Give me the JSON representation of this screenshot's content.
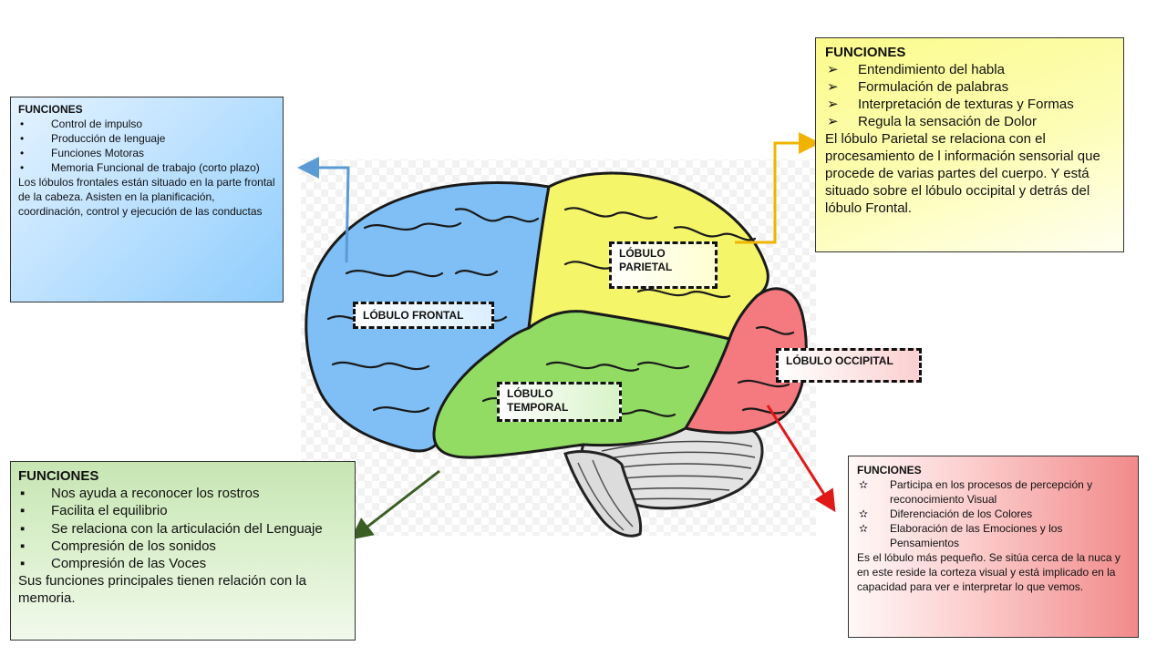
{
  "frontal": {
    "title": "FUNCIONES",
    "items": [
      "Control de impulso",
      "Producción de lenguaje",
      "Funciones Motoras",
      "Memoria Funcional de trabajo (corto plazo)"
    ],
    "description": "Los lóbulos frontales están situado en la parte frontal de la cabeza. Asisten en la planificación, coordinación, control y ejecución de las conductas",
    "label": "LÓBULO  FRONTAL",
    "color": "#7fbff5"
  },
  "parietal": {
    "title": "FUNCIONES",
    "items": [
      "Entendimiento del habla",
      "Formulación de palabras",
      "Interpretación de texturas y Formas",
      "Regula la sensación de Dolor"
    ],
    "description": "El lóbulo Parietal se relaciona con el procesamiento de l información sensorial que procede de varias partes del cuerpo. Y está situado sobre el lóbulo occipital y detrás del lóbulo Frontal.",
    "label": "LÓBULO PARIETAL",
    "color": "#f5f56a"
  },
  "temporal": {
    "title": "FUNCIONES",
    "items": [
      "Nos ayuda a reconocer los rostros",
      "Facilita el equilibrio",
      "Se relaciona con la articulación del Lenguaje",
      "Compresión de los sonidos",
      "Compresión de las Voces"
    ],
    "description": "Sus funciones principales tienen relación con la memoria.",
    "label": "LÓBULO TEMPORAL",
    "color": "#92dc64"
  },
  "occipital": {
    "title": "FUNCIONES",
    "items": [
      "Participa en los procesos de percepción y reconocimiento Visual",
      "Diferenciación de los Colores",
      "Elaboración de las Emociones y los Pensamientos"
    ],
    "description": "Es el lóbulo más pequeño. Se sitúa cerca de la nuca y en este reside la corteza visual y está implicado en la capacidad para ver e interpretar lo que vemos.",
    "label": "LÓBULO  OCCIPITAL",
    "color": "#f47a80"
  },
  "bullets": {
    "frontal": "•",
    "parietal": "➢",
    "temporal": "▪",
    "occipital": "✫"
  },
  "arrow_colors": {
    "frontal": "#5b9bd5",
    "parietal": "#f0b400",
    "temporal": "#3a5e24",
    "occipital": "#e01818"
  }
}
